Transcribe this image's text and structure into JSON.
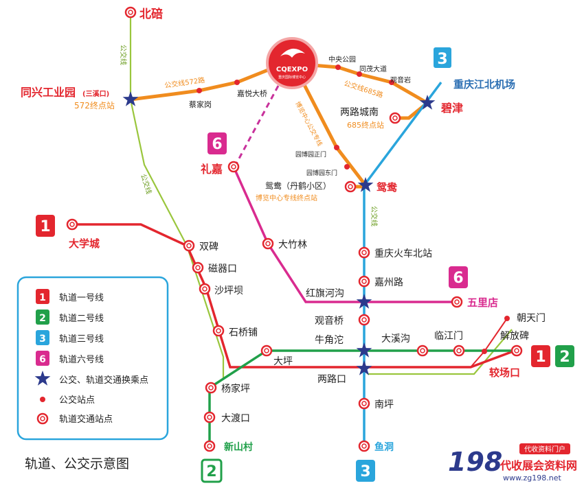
{
  "colors": {
    "line1": "#e3262e",
    "line2": "#21a04a",
    "line3": "#2aa5dc",
    "line6": "#d92b8f",
    "bus_main": "#9ac63d",
    "bus_orange": "#f08c1e",
    "bus_special": "#c8319b",
    "orange_text": "#f08c1e",
    "transfer_star": "#2c3a8c",
    "legend_border": "#2aa5dc"
  },
  "title": "轨道、公交示意图",
  "badges": {
    "line1": "1",
    "line2": "2",
    "line3": "3",
    "line6": "6"
  },
  "bus_lines": {
    "bus_left": "公交线",
    "bus_left2": "公交线",
    "bus_right": "公交线",
    "bus_572": "公交线572路",
    "bus_685": "公交线685路",
    "bus_expo": "博览中心公交专线"
  },
  "expo_logo": {
    "main": "CQEXPO",
    "sub": "重庆国际博览中心"
  },
  "stations": {
    "beibei": "北碚",
    "tongxing": "同兴工业园",
    "tongxing_note": "(三溪口)",
    "terminus_572": "572终点站",
    "caijiagang": "蔡家岗",
    "jiayue_bridge": "嘉悦大桥",
    "zhongyang_park": "中央公园",
    "tongmao_ave": "同茂大道",
    "guanyinyan": "观音岩",
    "airport": "重庆江北机场",
    "bijin": "碧津",
    "lianglu_chengnan": "两路城南",
    "terminus_685": "685终点站",
    "yuanboyuan_main": "园博园正门",
    "yuanboyuan_east": "园博园东门",
    "yuanyang_danhe": "鸳鸯（丹鹤小区）",
    "expo_terminus": "博览中心专线终点站",
    "yuanyang": "鸳鸯",
    "lijia": "礼嘉",
    "daxuecheng": "大学城",
    "shuangbei": "双碑",
    "ciqikou": "磁器口",
    "shapingba": "沙坪坝",
    "shiqiaopu": "石桥铺",
    "daping": "大坪",
    "yangjiaping": "杨家坪",
    "dadukou": "大渡口",
    "xinshancun": "新山村",
    "dazhulin": "大竹林",
    "hongqihegou": "红旗河沟",
    "wulidian": "五里店",
    "north_station": "重庆火车北站",
    "jiazhoulu": "嘉州路",
    "guanyinqiao": "观音桥",
    "niujiaotuo": "牛角沱",
    "daxigou": "大溪沟",
    "linjiangmen": "临江门",
    "jiefangbei": "解放碑",
    "chaotianmen": "朝天门",
    "jiaochangkou": "较场口",
    "lianglukou": "两路口",
    "nanping": "南坪",
    "yudong": "鱼洞"
  },
  "legend": {
    "items": [
      {
        "badge": "1",
        "label": "轨道一号线"
      },
      {
        "badge": "2",
        "label": "轨道二号线"
      },
      {
        "badge": "3",
        "label": "轨道三号线"
      },
      {
        "badge": "6",
        "label": "轨道六号线"
      },
      {
        "badge": "star",
        "label": "公交、轨道交通换乘点"
      },
      {
        "badge": "dot",
        "label": "公交站点"
      },
      {
        "badge": "ring",
        "label": "轨道交通站点"
      }
    ]
  },
  "watermark": {
    "number": "198",
    "tag": "代收资料门户",
    "name": "代收展会资料网",
    "url": "www.zg198.net"
  }
}
